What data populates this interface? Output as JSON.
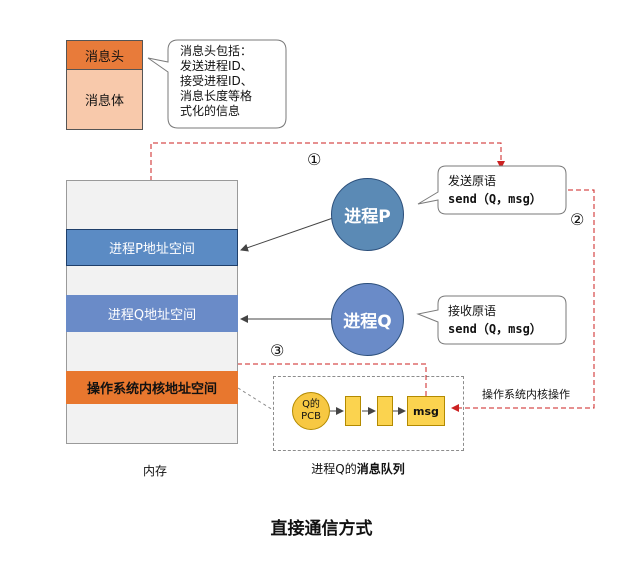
{
  "message_structure": {
    "header": "消息头",
    "body": "消息体",
    "note_lines": [
      "消息头包括：",
      "发送进程ID、",
      "接受进程ID、",
      "消息长度等格",
      "式化的信息"
    ]
  },
  "memory": {
    "label": "内存",
    "p_space": "进程P地址空间",
    "q_space": "进程Q地址空间",
    "kernel_space": "操作系统内核地址空间"
  },
  "processes": {
    "p": "进程P",
    "q": "进程Q"
  },
  "primitives": {
    "send_title": "发送原语",
    "send_call": "send（Q，msg）",
    "receive_title": "接收原语",
    "receive_call": "send（Q，msg）"
  },
  "queue": {
    "pcb_line1": "Q的",
    "pcb_line2": "PCB",
    "msg": "msg",
    "label_prefix": "进程Q的",
    "label_bold": "消息队列"
  },
  "steps": {
    "one": "①",
    "two": "②",
    "three": "③"
  },
  "kernel_op_label": "操作系统内核操作",
  "title": "直接通信方式",
  "colors": {
    "orange": "#e87b3a",
    "light_orange": "#f8c9ab",
    "blue": "#5b8bc4",
    "dashed_red": "#cc2222",
    "yellow": "#fbd34f"
  }
}
